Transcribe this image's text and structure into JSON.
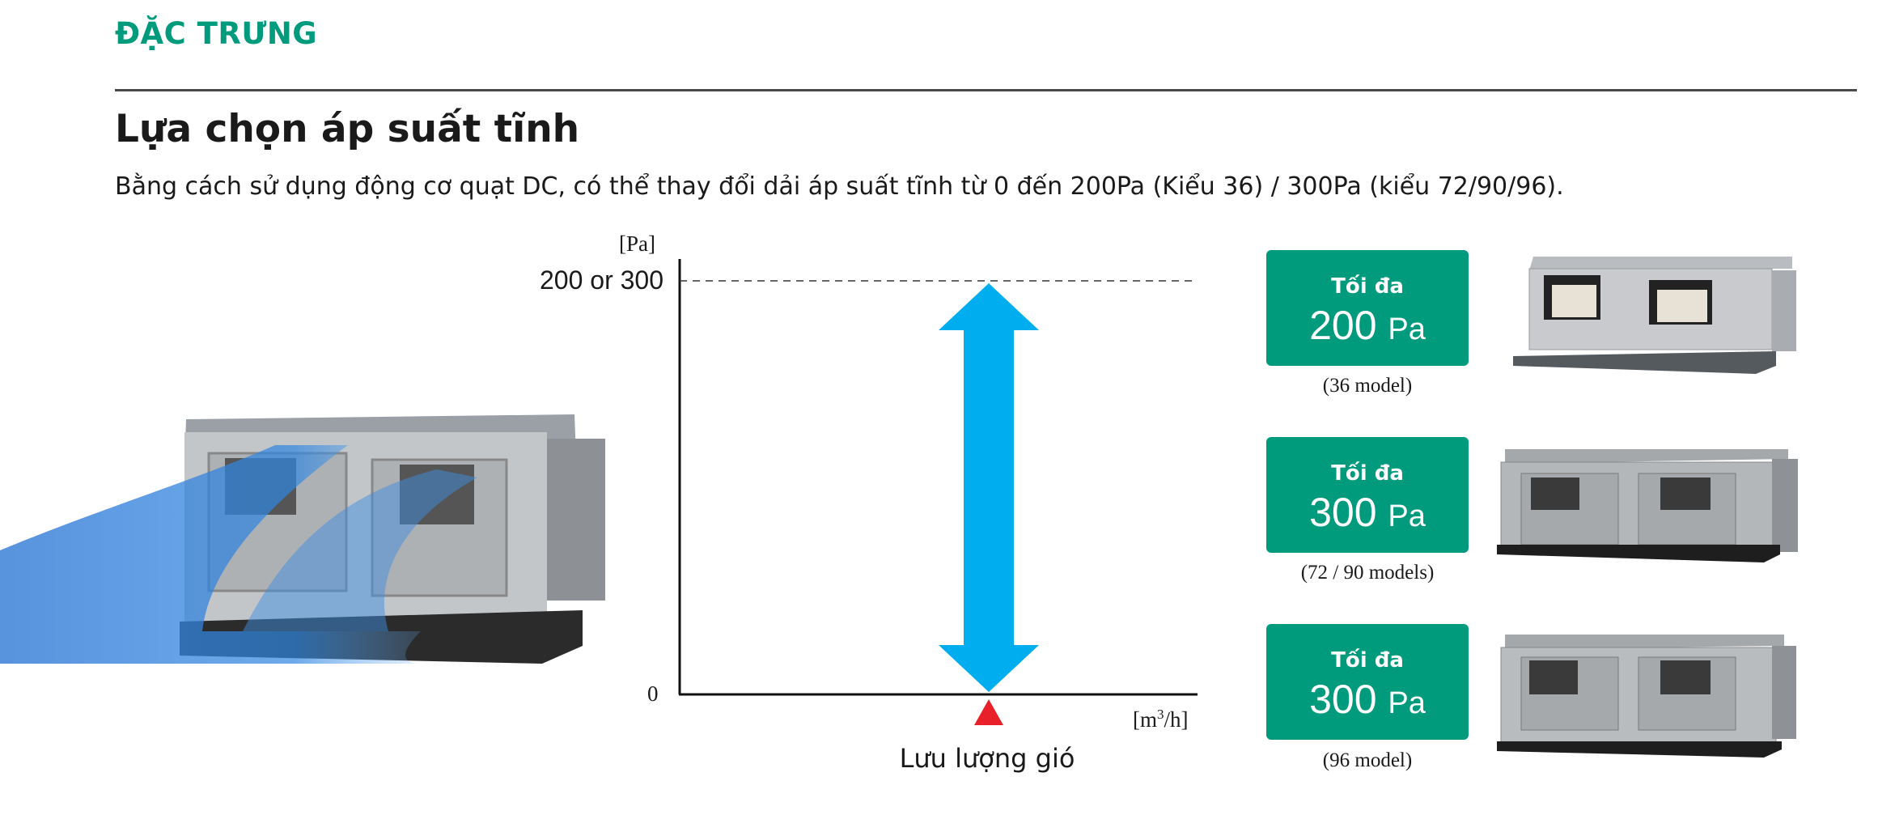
{
  "section_label": "ĐẶC TRƯNG",
  "title": "Lựa chọn áp suất tĩnh",
  "description": "Bằng cách sử dụng động cơ quạt DC, có thể thay đổi dải áp suất tĩnh từ 0 đến 200Pa (Kiểu 36) / 300Pa (kiểu 72/90/96).",
  "diagram": {
    "y_unit": "[Pa]",
    "y_max_label": "200 or 300",
    "y_zero_label": "0",
    "x_unit_prefix": "[m",
    "x_unit_sup": "3",
    "x_unit_suffix": "/h]",
    "x_label": "Lưu lượng gió",
    "colors": {
      "arrow": "#00aeef",
      "marker": "#e8202a",
      "badge": "#009a7c"
    }
  },
  "models": [
    {
      "heading": "Tối đa",
      "value": "200",
      "unit": "Pa",
      "caption": "(36 model)"
    },
    {
      "heading": "Tối đa",
      "value": "300",
      "unit": "Pa",
      "caption": "(72 / 90 models)"
    },
    {
      "heading": "Tối đa",
      "value": "300",
      "unit": "Pa",
      "caption": "(96 model)"
    }
  ]
}
